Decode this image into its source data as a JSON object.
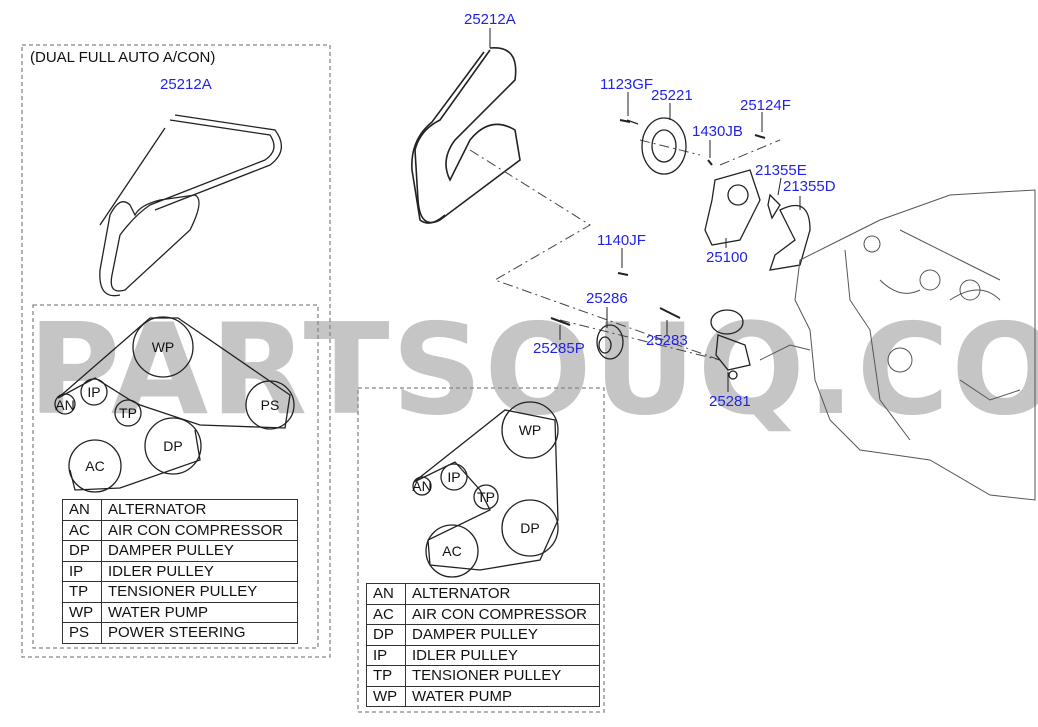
{
  "left_panel": {
    "title": "(DUAL FULL AUTO A/CON)",
    "belt_label": "25212A",
    "pulleys": {
      "WP": "WP",
      "AN": "AN",
      "IP": "IP",
      "TP": "TP",
      "PS": "PS",
      "DP": "DP",
      "AC": "AC"
    },
    "legend": [
      {
        "code": "AN",
        "name": "ALTERNATOR"
      },
      {
        "code": "AC",
        "name": "AIR CON COMPRESSOR"
      },
      {
        "code": "DP",
        "name": "DAMPER PULLEY"
      },
      {
        "code": "IP",
        "name": "IDLER PULLEY"
      },
      {
        "code": "TP",
        "name": "TENSIONER PULLEY"
      },
      {
        "code": "WP",
        "name": "WATER PUMP"
      },
      {
        "code": "PS",
        "name": "POWER STEERING"
      }
    ]
  },
  "middle_panel": {
    "pulleys": {
      "WP": "WP",
      "AN": "AN",
      "IP": "IP",
      "TP": "TP",
      "DP": "DP",
      "AC": "AC"
    },
    "legend": [
      {
        "code": "AN",
        "name": "ALTERNATOR"
      },
      {
        "code": "AC",
        "name": "AIR CON COMPRESSOR"
      },
      {
        "code": "DP",
        "name": "DAMPER PULLEY"
      },
      {
        "code": "IP",
        "name": "IDLER PULLEY"
      },
      {
        "code": "TP",
        "name": "TENSIONER PULLEY"
      },
      {
        "code": "WP",
        "name": "WATER PUMP"
      }
    ]
  },
  "parts": {
    "belt": "25212A",
    "bolt_pulley": "1123GF",
    "pulley_wp": "25221",
    "bolt_f": "25124F",
    "pin": "1430JB",
    "gasket_e": "21355E",
    "gasket_d": "21355D",
    "water_pump": "25100",
    "bolt_jf": "1140JF",
    "idler": "25286",
    "bolt_p": "25285P",
    "bolt_tensioner": "25283",
    "tensioner": "25281"
  },
  "watermark": "PARTSOUQ.COM",
  "colors": {
    "label": "#2323e6",
    "line": "#222222"
  }
}
